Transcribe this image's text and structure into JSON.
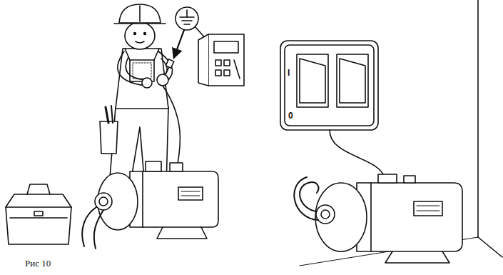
{
  "diagram": {
    "caption": "Рис 10",
    "labels": [
      "I",
      "0"
    ]
  }
}
